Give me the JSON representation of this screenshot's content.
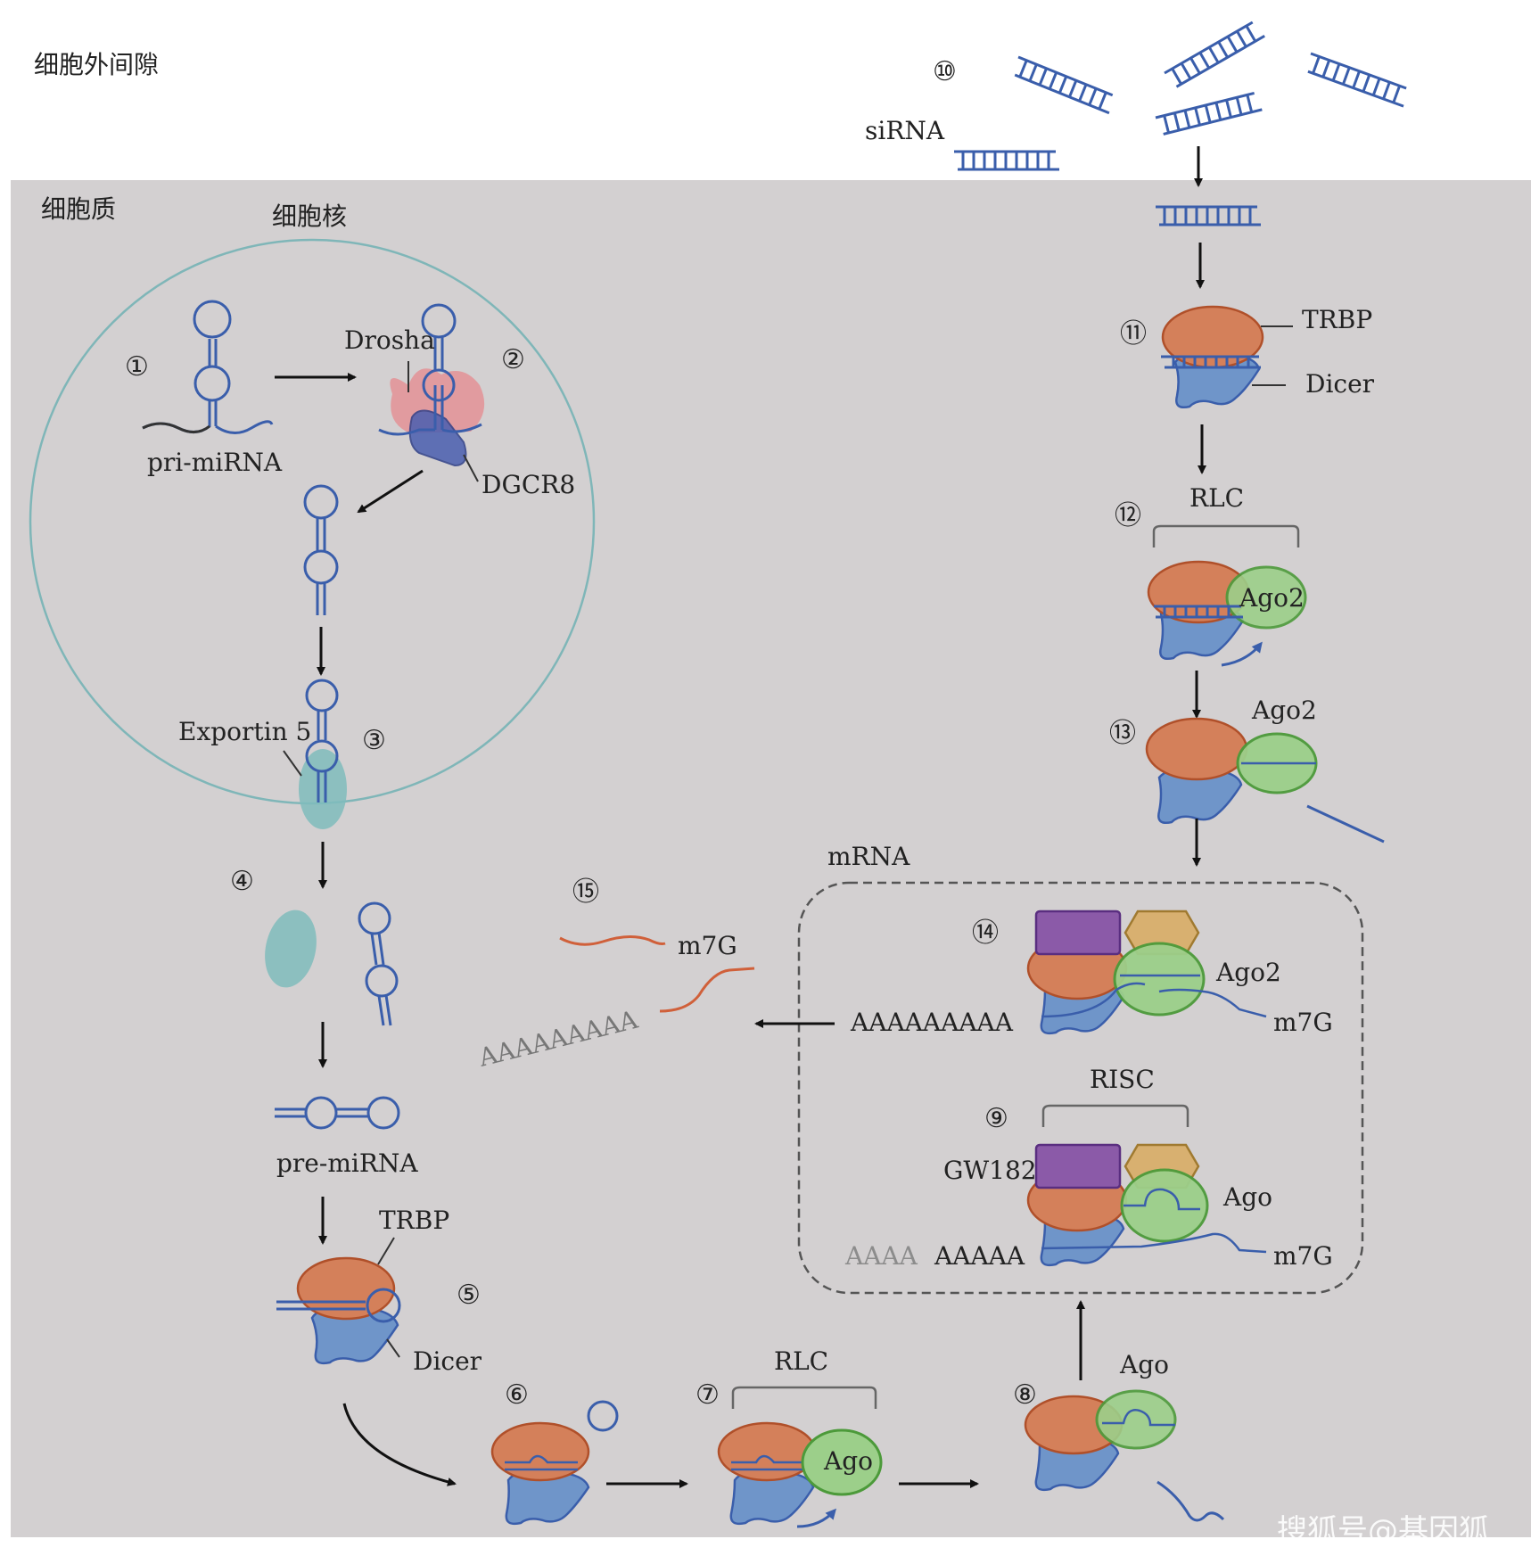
{
  "regions": {
    "extracellular": "细胞外间隙",
    "cytoplasm": "细胞质",
    "nucleus": "细胞核"
  },
  "steps": [
    "①",
    "②",
    "③",
    "④",
    "⑤",
    "⑥",
    "⑦",
    "⑧",
    "⑨",
    "⑩",
    "⑪",
    "⑫",
    "⑬",
    "⑭",
    "⑮"
  ],
  "labels": {
    "pri_mirna": "pri-miRNA",
    "drosha": "Drosha",
    "dgcr8": "DGCR8",
    "exportin5": "Exportin 5",
    "pre_mirna": "pre-miRNA",
    "trbp_left": "TRBP",
    "dicer_left": "Dicer",
    "rlc_bottom": "RLC",
    "ago_7": "Ago",
    "ago_8": "Ago",
    "risc": "RISC",
    "gw182": "GW182",
    "ago_9": "Ago",
    "polyA_faded": "AAAA",
    "polyA_9": "AAAAA",
    "m7g_9": "m7G",
    "sirna": "siRNA",
    "trbp_right": "TRBP",
    "dicer_right": "Dicer",
    "rlc_right": "RLC",
    "ago2_12": "Ago2",
    "ago2_13": "Ago2",
    "mrna": "mRNA",
    "ago2_14": "Ago2",
    "polyA_14": "AAAAAAAAA",
    "m7g_14": "m7G",
    "m7g_15": "m7G",
    "polyA_15": "AAAAAAAAA"
  },
  "watermark": "搜狐号@基因狐",
  "colors": {
    "cytoplasm": "#d3d0d1",
    "nucleus_border": "#7fb6b8",
    "rna": "#3a5eab",
    "drosha": "#e58a8e",
    "dgcr8": "#4a5fb0",
    "exportin": "#7fbcbc",
    "trbp": "#d4805a",
    "dicer": "#6f95c9",
    "ago": "#9ccf8a",
    "gw182": "#8b5aa8",
    "hex_protein": "#d8b070",
    "cleaved_mrna": "#d0603a"
  }
}
